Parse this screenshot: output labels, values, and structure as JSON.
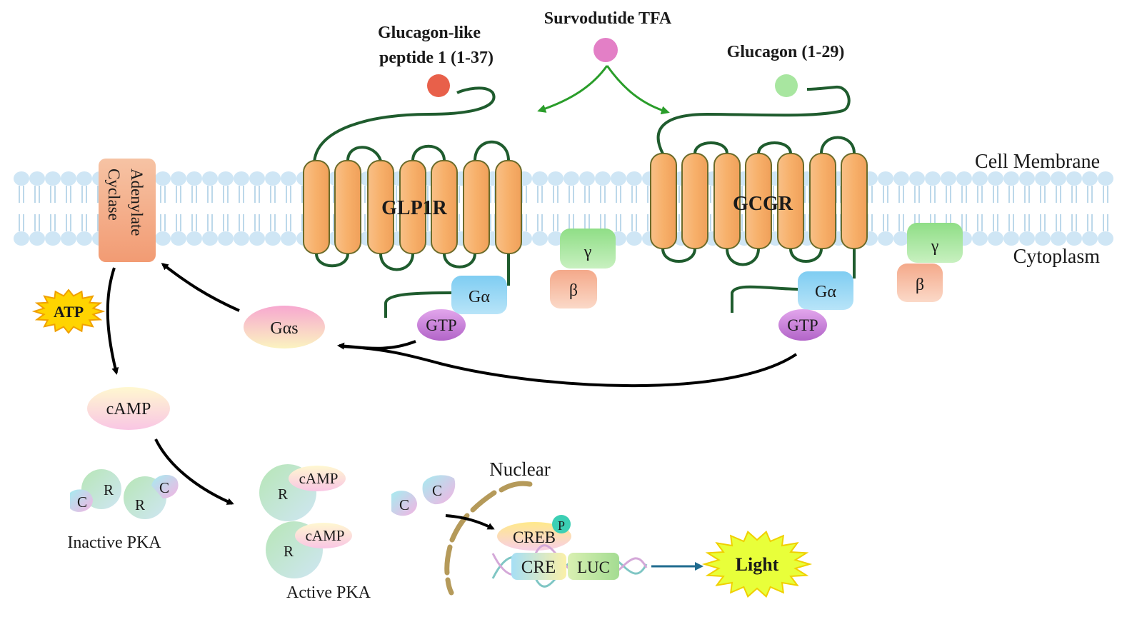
{
  "ligands": {
    "top": "Survodutide TFA",
    "left_line1": "Glucagon-like",
    "left_line2": "peptide 1 (1-37)",
    "right": "Glucagon (1-29)"
  },
  "regions": {
    "membrane": "Cell Membrane",
    "cytoplasm": "Cytoplasm",
    "nuclear": "Nuclear"
  },
  "receptors": {
    "left": "GLP1R",
    "right": "GCGR"
  },
  "adenylate_cyclase": {
    "line1": "Adenylate",
    "line2": "Cyclase"
  },
  "g_protein": {
    "alpha": "Gα",
    "gtp": "GTP",
    "gamma": "γ",
    "beta": "β",
    "alpha_s": "Gαs"
  },
  "cascade": {
    "atp": "ATP",
    "camp": "cAMP",
    "inactive_pka": "Inactive PKA",
    "active_pka": "Active PKA",
    "c": "C",
    "r": "R",
    "creb": "CREB",
    "p": "P",
    "cre": "CRE",
    "luc": "LUC",
    "light": "Light"
  },
  "colors": {
    "membrane_lipid": "#cfe6f5",
    "helix_fill": "#f7b36e",
    "helix_stroke": "#8a6a2a",
    "loop": "#1f5c2e",
    "glp1_ligand": "#e8604a",
    "survodutide": "#e37fc6",
    "glucagon_ligand": "#a8e6a0",
    "arrow_green": "#2a9d2a",
    "g_alpha": "#8fd3f4",
    "gtp": "#c97ad8",
    "gamma": "#a6e39a",
    "beta": "#f3b698",
    "atp_star": "#ffd400",
    "light_star": "#e8ff3a",
    "luc_text": "#c42ab0"
  }
}
